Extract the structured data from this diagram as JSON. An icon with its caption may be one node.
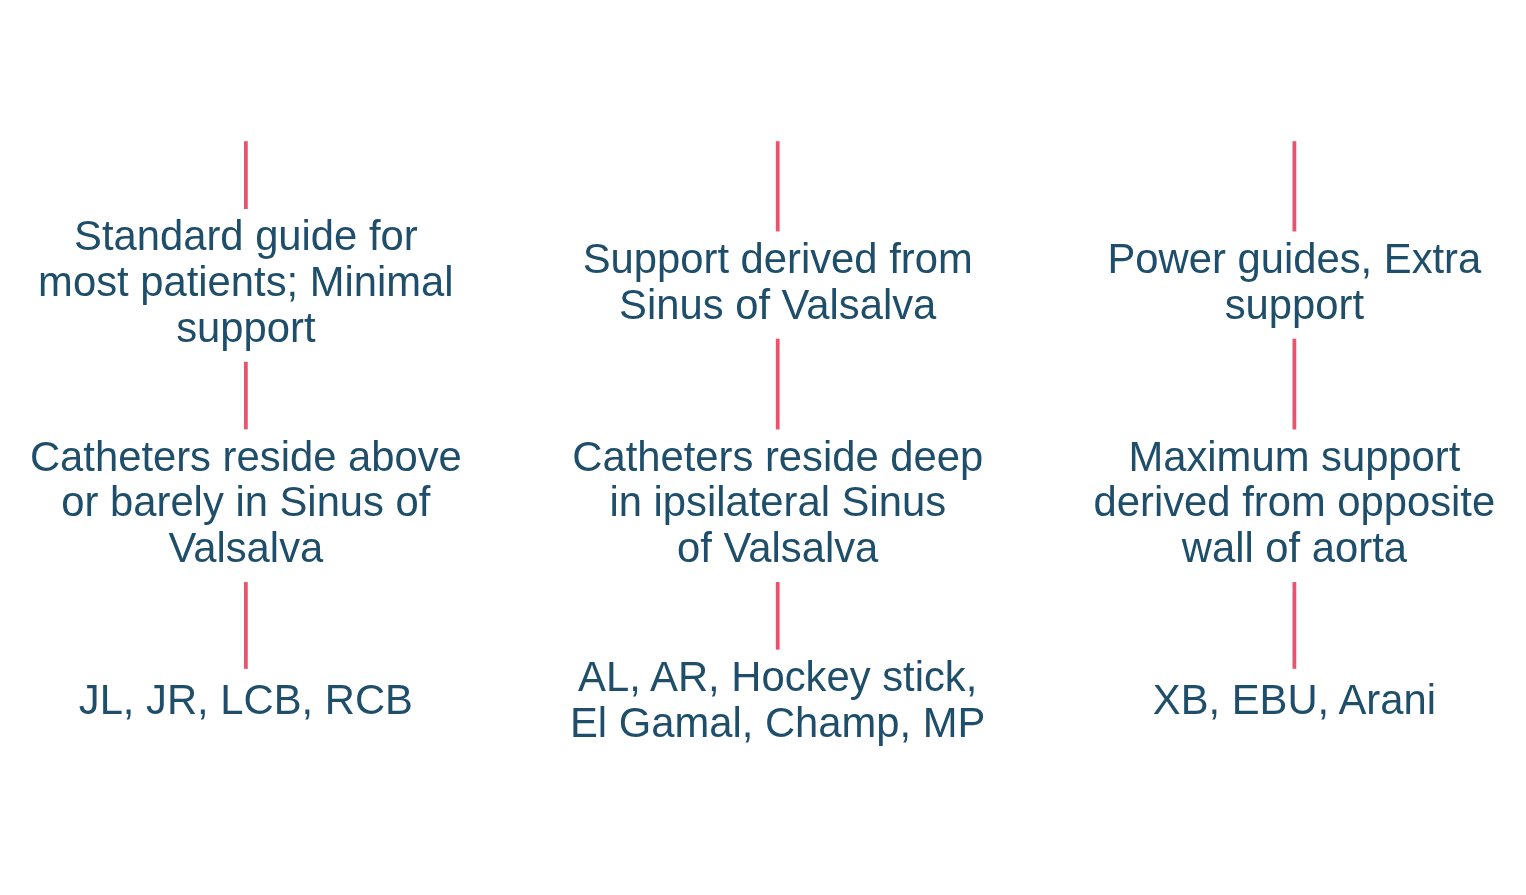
{
  "diagram": {
    "nodes": [
      {
        "text": [
          "Standard guide for most patients; Minimal support"
        ]
      },
      {
        "text": [
          "Support derived from Sinus of Valsalva"
        ]
      },
      {
        "text": [
          "Power guides, Extra support"
        ]
      },
      {
        "text": [
          "Catheters reside above or barely in Sinus of Valsalva"
        ]
      },
      {
        "text": [
          "Catheters reside deep in ipsilateral Sinus of Valsalva"
        ]
      },
      {
        "text": [
          "Maximum support derived from opposite wall of aorta"
        ]
      },
      {
        "text": [
          "JL, JR, LCB, RCB"
        ]
      },
      {
        "text": [
          "AL, AR, Hockey stick, El Gamal, Champ, MP"
        ]
      },
      {
        "text": [
          "XB, EBU, Arani"
        ]
      }
    ],
    "edges": [
      {
        "from": null,
        "to": 0,
        "arrow": "none"
      },
      {
        "from": null,
        "to": 1,
        "arrow": "none"
      },
      {
        "from": null,
        "to": 2,
        "arrow": "none"
      },
      {
        "from": 0,
        "to": 3,
        "arrow": "none"
      },
      {
        "from": 1,
        "to": 4,
        "arrow": "none"
      },
      {
        "from": 2,
        "to": 5,
        "arrow": "none"
      },
      {
        "from": 3,
        "to": 6,
        "arrow": "none"
      },
      {
        "from": 4,
        "to": 7,
        "arrow": "none"
      },
      {
        "from": 5,
        "to": 8,
        "arrow": "none"
      }
    ]
  }
}
